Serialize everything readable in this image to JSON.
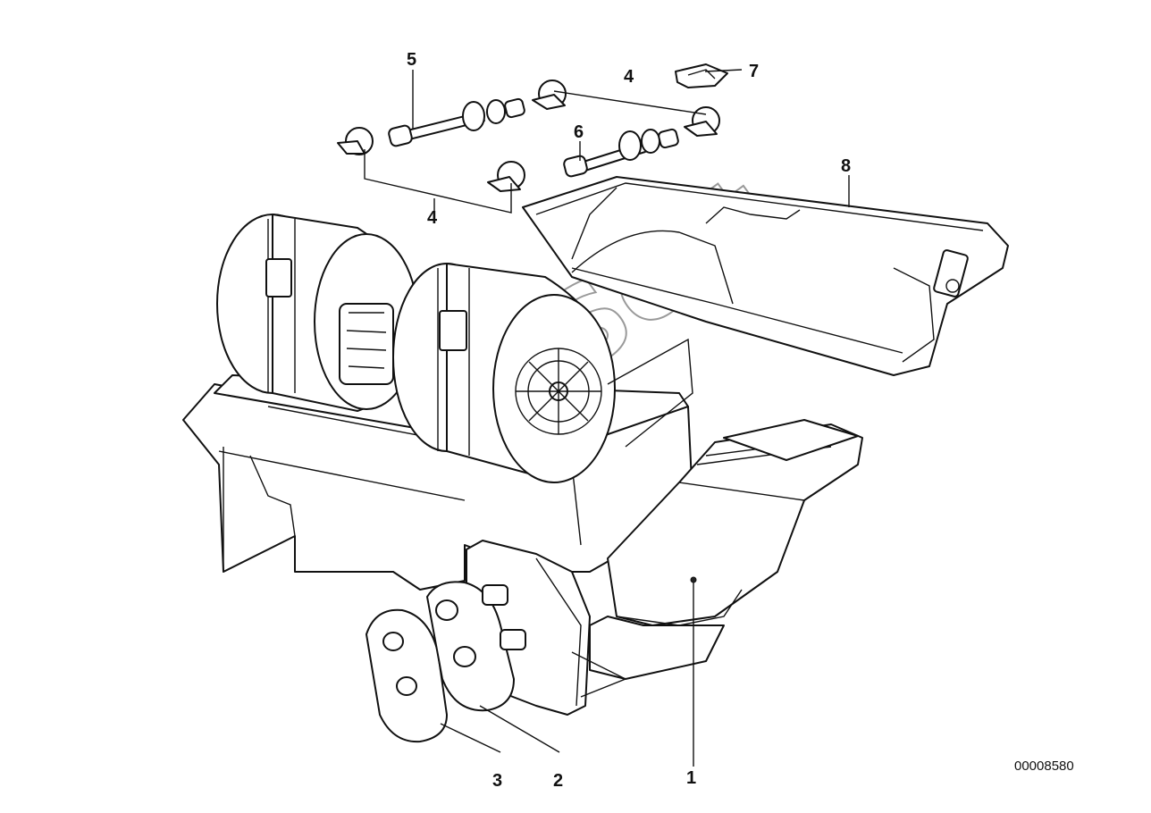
{
  "diagram": {
    "callouts": [
      {
        "id": "1",
        "label": "1"
      },
      {
        "id": "2",
        "label": "2"
      },
      {
        "id": "3",
        "label": "3"
      },
      {
        "id": "4a",
        "label": "4"
      },
      {
        "id": "4b",
        "label": "4"
      },
      {
        "id": "5",
        "label": "5"
      },
      {
        "id": "6",
        "label": "6"
      },
      {
        "id": "7",
        "label": "7"
      },
      {
        "id": "8",
        "label": "8"
      }
    ],
    "drawing_number": "00008580",
    "watermark": "AutoSoft"
  }
}
